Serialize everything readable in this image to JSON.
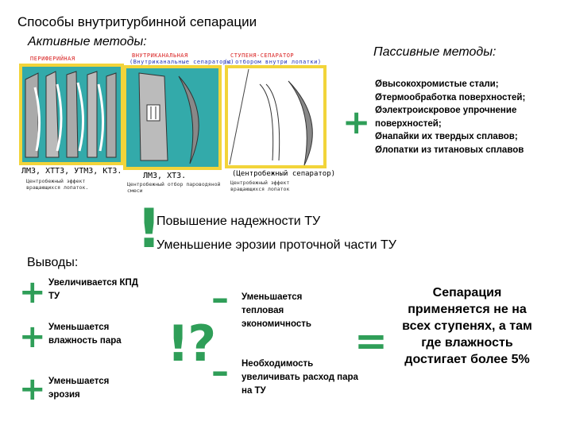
{
  "title": "Способы внутритурбинной сепарации",
  "active": {
    "heading": "Активные методы:",
    "panels": [
      {
        "label": "ПЕРИФЕРИЙНАЯ",
        "sublabel": "",
        "caption": "ЛМЗ, ХТТЗ, УТМЗ, КТЗ.",
        "note": "Центробежный эффект вращающихся лопаток."
      },
      {
        "label": "ВНУТРИКАНАЛЬНАЯ",
        "sublabel": "(Внутриканальные сепараторы)",
        "caption": "ЛМЗ, ХТЗ.",
        "note": "Центробежный отбор пароводяной смеси"
      },
      {
        "label": "СТУПЕНЯ-СЕПАРАТОР",
        "sublabel": "(с отбором внутри лопатки)",
        "caption": "(Центробежный сепаратор)",
        "note": "Центробежный эффект вращающихся лопаток"
      }
    ]
  },
  "passive": {
    "heading": "Пассивные методы:",
    "items": [
      "высокохромистые стали;",
      "термообработка поверхностей;",
      "электроискровое упрочнение поверхностей;",
      "напайки их твердых сплавов;",
      "лопатки из титановых сплавов"
    ],
    "bullet": "Ø"
  },
  "plus_sign": "+",
  "exclamation": "!",
  "effects": [
    "Повышение надежности ТУ",
    "Уменьшение эрозии проточной части ТУ"
  ],
  "conclusions": {
    "heading": "Выводы:",
    "plus_items": [
      "Увеличивается КПД ТУ",
      "Уменьшается влажность пара",
      "Уменьшается эрозия"
    ],
    "question": "!?",
    "minus_sign": "–",
    "minus_items": [
      "Уменьшается тепловая экономичность",
      "Необходимость увеличивать расход пара на ТУ"
    ],
    "equals": "=",
    "result": "Сепарация применяется не на всех ступенях, а там где влажность достигает более 5%"
  },
  "colors": {
    "accent_green": "#2f9e58",
    "panel_bg": "#33aaaa",
    "panel_frame": "#f2d43a",
    "label_red": "#d81e1e"
  }
}
